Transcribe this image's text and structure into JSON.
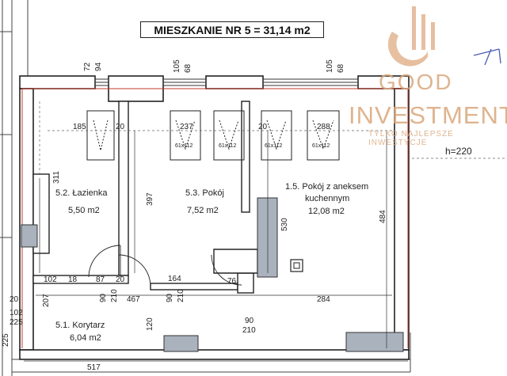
{
  "title": "MIESZKANIE NR 5 = 31,14 m2",
  "height_note": "h=220",
  "watermark": {
    "name_top": "GOOD",
    "name_bottom": "INVESTMENT",
    "tagline": "TYLKO NAJLEPSZE INWESTYCJE",
    "color": "#d9a77c"
  },
  "rooms": [
    {
      "id": "5.1",
      "name": "5.1. Korytarz",
      "area": "6,04 m2"
    },
    {
      "id": "5.2",
      "name": "5.2. Łazienka",
      "area": "5,50 m2"
    },
    {
      "id": "5.3",
      "name": "5.3. Pokój",
      "area": "7,52 m2"
    },
    {
      "id": "1.5",
      "name_line1": "1.5. Pokój z aneksem",
      "name_line2": "kuchennym",
      "area": "12,08 m2"
    }
  ],
  "beds": [
    "61x112",
    "61x112",
    "61x112",
    "61x112"
  ],
  "dimensions": {
    "win1_width": "72",
    "win1_height": "94",
    "win2_width": "105",
    "win2_height": "68",
    "win3_width": "105",
    "win3_height": "68",
    "bath_top_width": "185",
    "bath_top_small": "20",
    "room3_top_width": "237",
    "room3_top_small": "20",
    "room4_top_width": "288",
    "bath_height": "311",
    "room3_height": "397",
    "room4_height_a": "530",
    "room4_height_b": "484",
    "d102": "102",
    "d18": "18",
    "d87": "87",
    "d20a": "20",
    "d164": "164",
    "d76": "76",
    "d90a": "90",
    "d210a": "210",
    "d467": "467",
    "d90b": "90",
    "d210b": "210",
    "d284": "284",
    "d20b": "20",
    "d207": "207",
    "d102b": "102",
    "d225": "225",
    "d225b": "225",
    "d120": "120",
    "d90c": "90",
    "d210c": "210",
    "d517": "517"
  }
}
